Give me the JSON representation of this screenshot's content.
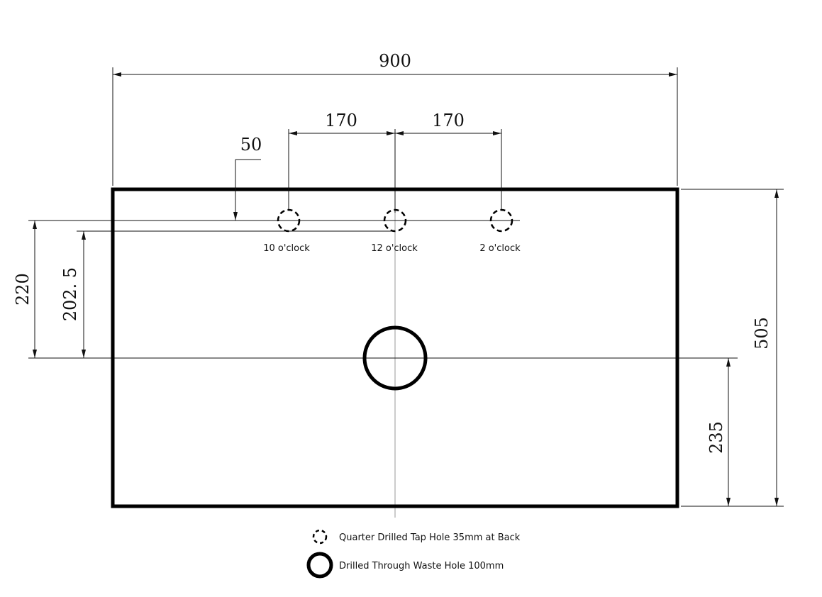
{
  "dimensions": {
    "overall_width": "900",
    "tap_spacing_left": "170",
    "tap_spacing_right": "170",
    "tap_hole_from_back": "50",
    "tap_row_to_waste": "220",
    "back_edge_to_waste": "202. 5",
    "overall_depth": "505",
    "waste_to_front": "235"
  },
  "tap_holes": [
    {
      "label": "10 o'clock"
    },
    {
      "label": "12 o'clock"
    },
    {
      "label": "2 o'clock"
    }
  ],
  "legend": {
    "tap_hole": "Quarter Drilled Tap Hole 35mm at Back",
    "waste_hole": "Drilled Through Waste Hole 100mm"
  }
}
